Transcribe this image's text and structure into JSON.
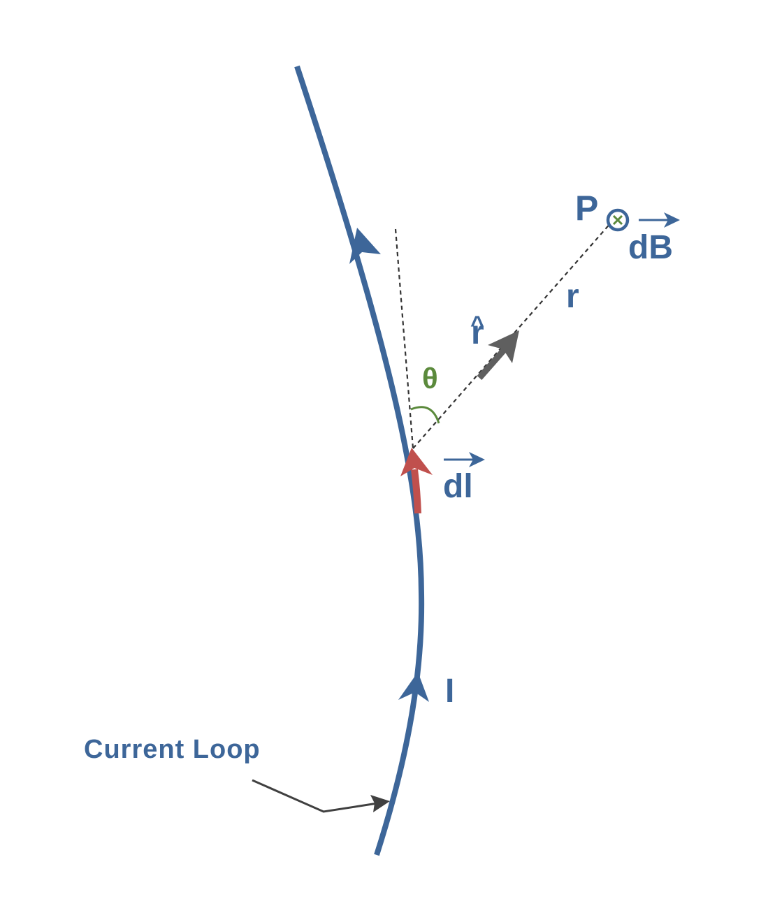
{
  "colors": {
    "wire": "#3d6699",
    "element": "#c0504d",
    "unit_vector": "#5f5f5f",
    "angle": "#5b8a3c",
    "pointer": "#404040",
    "guide": "#333333"
  },
  "labels": {
    "point": "P",
    "field": "dB",
    "distance": "r",
    "unit_vector": "r",
    "unit_hat": "^",
    "angle": "θ",
    "element": "dl",
    "current": "I",
    "loop": "Current Loop"
  },
  "icons": {
    "into_page": "into-page-cross-circle-icon"
  }
}
